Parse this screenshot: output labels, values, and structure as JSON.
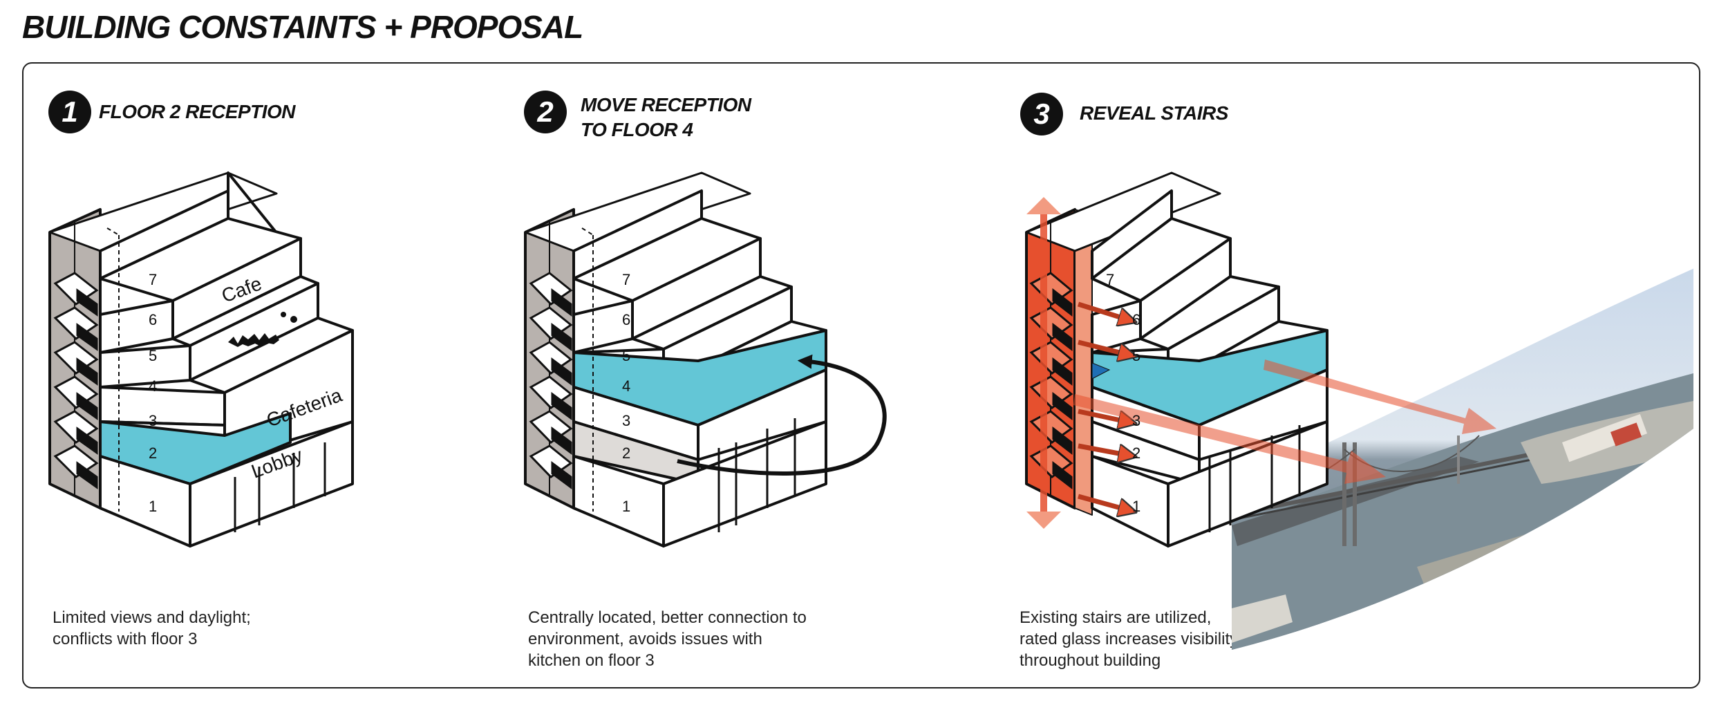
{
  "title": "BUILDING CONSTAINTS + PROPOSAL",
  "panels": [
    {
      "number": "1",
      "heading": "FLOOR  2 RECEPTION",
      "caption": "Limited views and daylight;\nconflicts with floor 3",
      "floor_labels": [
        "7",
        "6",
        "5",
        "4",
        "3",
        "2",
        "1"
      ],
      "signs": [
        "Cafe",
        "Cafeteria",
        "Lobby"
      ]
    },
    {
      "number": "2",
      "heading": "MOVE RECEPTION\nTO FLOOR 4",
      "caption": "Centrally located, better connection to\nenvironment, avoids issues with\nkitchen on floor 3",
      "floor_labels": [
        "7",
        "6",
        "5",
        "4",
        "3",
        "2",
        "1"
      ]
    },
    {
      "number": "3",
      "heading": "REVEAL STAIRS",
      "caption": "Existing stairs are utilized,\nrated glass increases visibility\nthroughout building",
      "floor_labels": [
        "7",
        "6",
        "5",
        "3",
        "2",
        "1"
      ]
    }
  ],
  "colors": {
    "highlight": "#63c6d6",
    "accent": "#e6502e",
    "stair_shaft": "#b8b2ae"
  }
}
